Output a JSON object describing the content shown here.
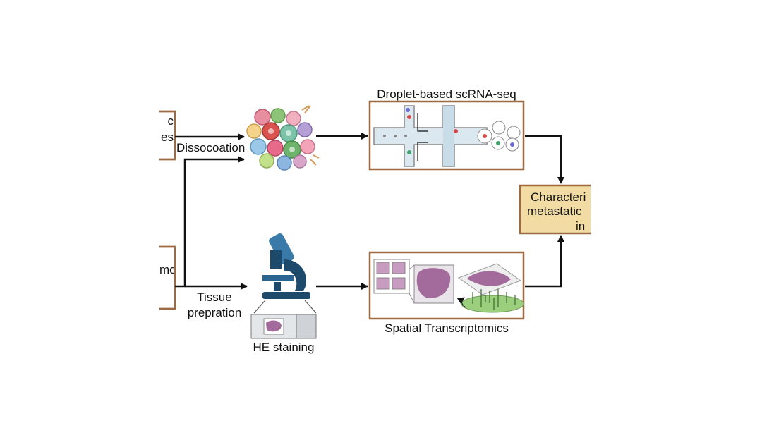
{
  "labels": {
    "top_left_box_line1": "c",
    "top_left_box_line2": "es",
    "bottom_left_box": "mor",
    "dissociation": "Dissocoation",
    "tissue_line1": "Tissue",
    "tissue_line2": "prepration",
    "he_staining": "HE staining",
    "scrna_title": "Droplet-based scRNA-seq",
    "spatial_title": "Spatial Transcriptomics",
    "result_line1": "Characteri",
    "result_line2": "metastatic",
    "result_line3": "in"
  },
  "colors": {
    "box_border": "#9c6b44",
    "result_fill": "#f2dca3",
    "arrow": "#111111",
    "channel_fill": "#c9dde8",
    "tissue_pink": "#a36b9b",
    "microscope_blue": "#1d4a6b",
    "spot_green": "#6f9e57"
  },
  "icons": [
    "cell-cluster-icon",
    "microfluidic-chip-icon",
    "microscope-icon",
    "he-slide-icon",
    "spatial-array-icon"
  ]
}
